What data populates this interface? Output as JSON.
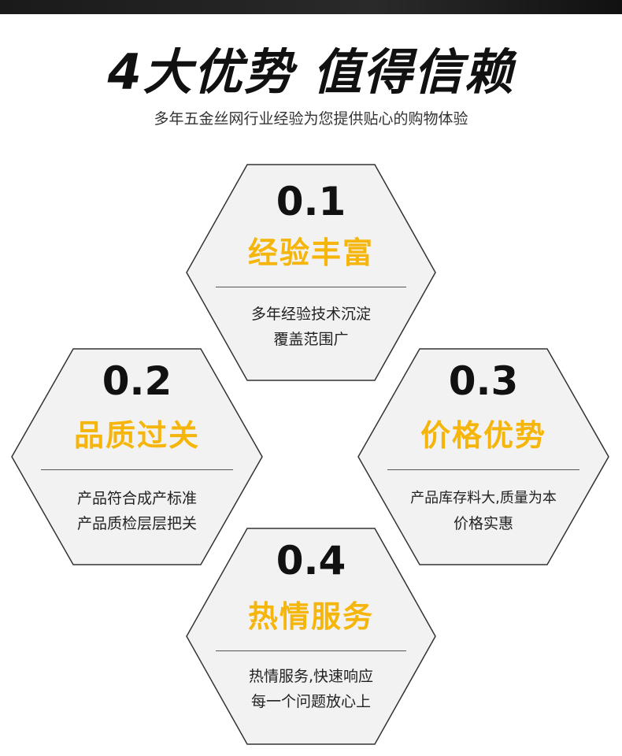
{
  "header": {
    "title": "4大优势 值得信赖",
    "subtitle": "多年五金丝网行业经验为您提供贴心的购物体验"
  },
  "colors": {
    "accent": "#f5b50a",
    "hex_fill": "#f2f2f2",
    "hex_stroke": "#333333"
  },
  "advantages": [
    {
      "number": "0.1",
      "title": "经验丰富",
      "desc_line1": "多年经验技术沉淀",
      "desc_line2": "覆盖范围广"
    },
    {
      "number": "0.2",
      "title": "品质过关",
      "desc_line1": "产品符合成产标准",
      "desc_line2": "产品质检层层把关"
    },
    {
      "number": "0.3",
      "title": "价格优势",
      "desc_line1": "产品库存料大,质量为本",
      "desc_line2": "价格实惠"
    },
    {
      "number": "0.4",
      "title": "热情服务",
      "desc_line1": "热情服务,快速响应",
      "desc_line2": "每一个问题放心上"
    }
  ]
}
